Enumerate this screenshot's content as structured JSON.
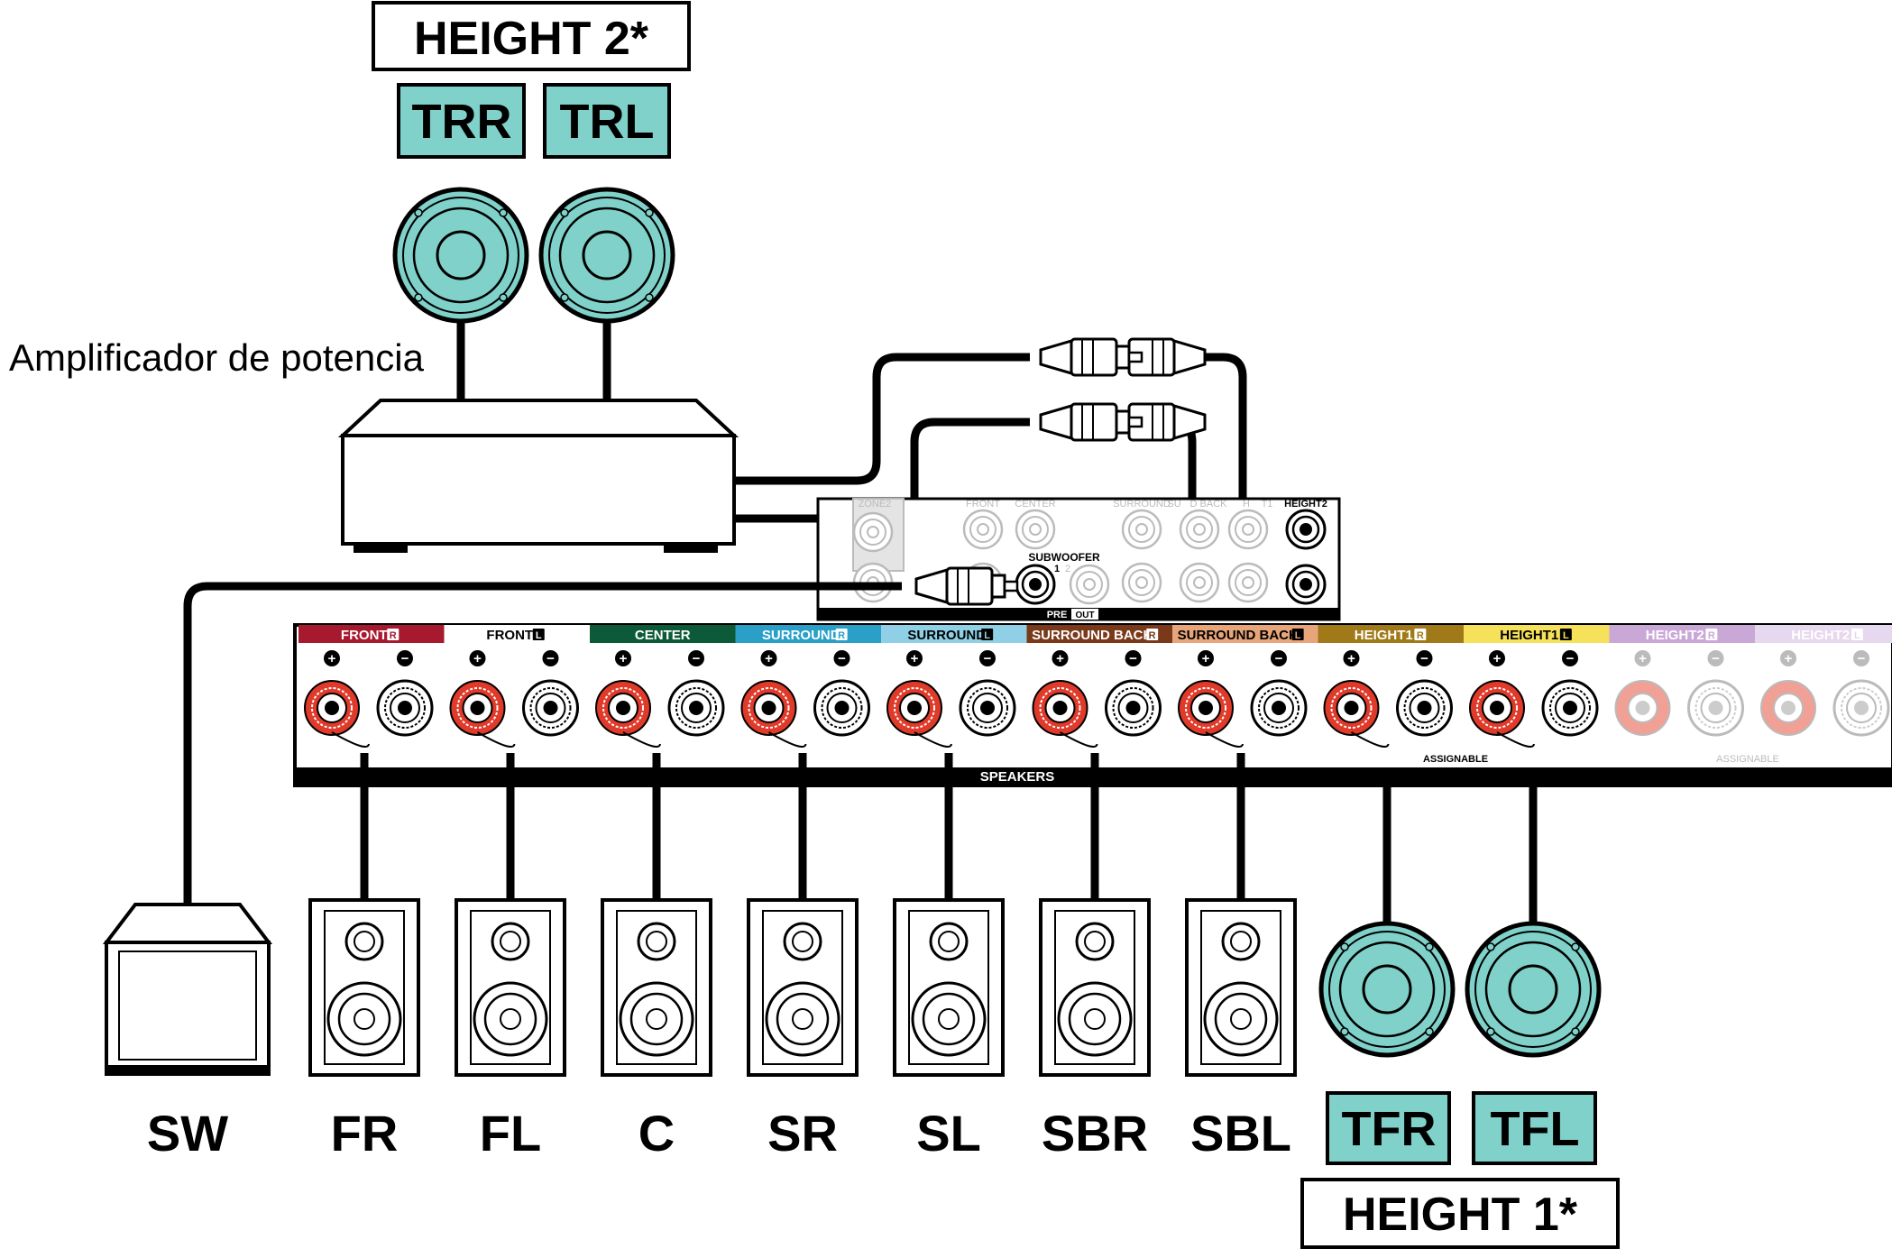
{
  "height2": {
    "group_label": "HEIGHT 2*",
    "speakers": [
      {
        "code": "TRR"
      },
      {
        "code": "TRL"
      }
    ]
  },
  "amplifier_label": "Amplificador de potencia",
  "receiver": {
    "preout": {
      "zone2": "ZONE2",
      "front": "FRONT",
      "center": "CENTER",
      "surround": "SURROUND",
      "surround_short": "SU",
      "back": "D BACK",
      "height_short": "H",
      "height_one": "T1",
      "height2": "HEIGHT2",
      "subwoofer": "SUBWOOFER",
      "subwoofer_ch": [
        "1",
        "2"
      ],
      "section_label_pre": "PRE",
      "section_label_out": "OUT"
    },
    "speaker_terminals": [
      {
        "label": "FRONT",
        "ch": "R",
        "color": "#a6192e",
        "dim": false
      },
      {
        "label": "FRONT",
        "ch": "L",
        "color": "#ffffff",
        "dim": false
      },
      {
        "label": "CENTER",
        "ch": "",
        "color": "#0c5a38",
        "dim": false
      },
      {
        "label": "SURROUND",
        "ch": "R",
        "color": "#2aa0c8",
        "dim": false
      },
      {
        "label": "SURROUND",
        "ch": "L",
        "color": "#8fd0e6",
        "dim": false
      },
      {
        "label": "SURROUND BACK",
        "ch": "R",
        "color": "#7a3a1a",
        "dim": false
      },
      {
        "label": "SURROUND BACK",
        "ch": "L",
        "color": "#e8a57a",
        "dim": false
      },
      {
        "label": "HEIGHT1",
        "ch": "R",
        "color": "#a07a18",
        "dim": false
      },
      {
        "label": "HEIGHT1",
        "ch": "L",
        "color": "#f5e15a",
        "dim": false
      },
      {
        "label": "HEIGHT2",
        "ch": "R",
        "color": "#c9a8d8",
        "dim": true
      },
      {
        "label": "HEIGHT2",
        "ch": "L",
        "color": "#e6d8ee",
        "dim": true
      }
    ],
    "plus": "+",
    "minus": "−",
    "speakers_label": "SPEAKERS",
    "assignable_label": "ASSIGNABLE"
  },
  "floor_speakers": [
    {
      "code": "SW"
    },
    {
      "code": "FR"
    },
    {
      "code": "FL"
    },
    {
      "code": "C"
    },
    {
      "code": "SR"
    },
    {
      "code": "SL"
    },
    {
      "code": "SBR"
    },
    {
      "code": "SBL"
    }
  ],
  "height1": {
    "group_label": "HEIGHT 1*",
    "speakers": [
      {
        "code": "TFR"
      },
      {
        "code": "TFL"
      }
    ]
  },
  "colors": {
    "teal": "#7fd1c9",
    "red_terminal": "#e03a2a",
    "black": "#000000"
  }
}
